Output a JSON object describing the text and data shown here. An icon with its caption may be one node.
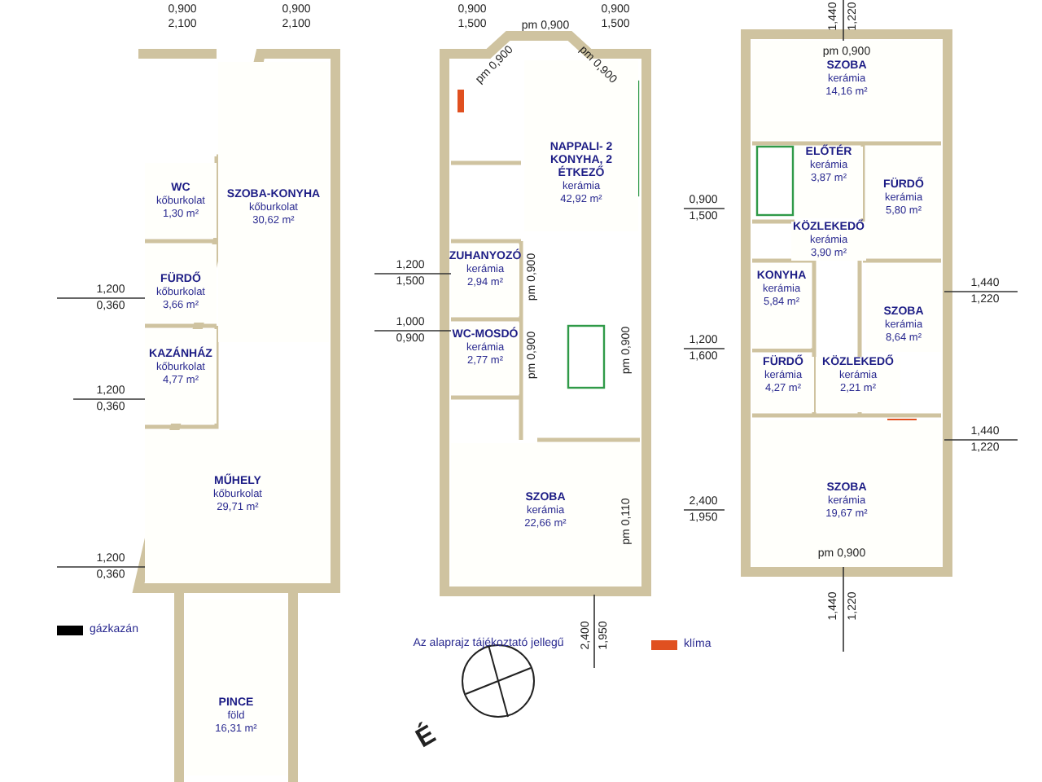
{
  "diagram": {
    "nodes": [
      {
        "text": [
          "WC",
          "kőburkolat",
          "1,30 m²"
        ]
      },
      {
        "text": [
          "SZOBA-KONYHA",
          "kőburkolat",
          "30,62 m²"
        ]
      },
      {
        "text": [
          "FÜRDŐ",
          "kőburkolat",
          "3,66 m²"
        ]
      },
      {
        "text": [
          "KAZÁNHÁZ",
          "kőburkolat",
          "4,77 m²"
        ]
      },
      {
        "text": [
          "MŰHELY",
          "kőburkolat",
          "29,71 m²"
        ]
      },
      {
        "text": [
          "PINCE",
          "föld",
          "16,31 m²"
        ]
      },
      {
        "text": [
          "NAPPALI- 2 KONYHA, 2 ÉTKEZŐ",
          "kerámia",
          "42,92 m²"
        ]
      },
      {
        "text": [
          "ZUHANYOZÓ",
          "kerámia",
          "2,94 m²"
        ]
      },
      {
        "text": [
          "WC-MOSDÓ",
          "kerámia",
          "2,77 m²"
        ]
      },
      {
        "text": [
          "SZOBA",
          "kerámia",
          "22,66 m²"
        ]
      },
      {
        "text": [
          "SZOBA",
          "kerámia",
          "14,16 m²"
        ]
      },
      {
        "text": [
          "ELŐTÉR",
          "kerámia",
          "3,87 m²"
        ]
      },
      {
        "text": [
          "FÜRDŐ",
          "kerámia",
          "5,80 m²"
        ]
      },
      {
        "text": [
          "KÖZLEKEDŐ",
          "kerámia",
          "3,90 m²"
        ]
      },
      {
        "text": [
          "KONYHA",
          "kerámia",
          "5,84 m²"
        ]
      },
      {
        "text": [
          "SZOBA",
          "kerámia",
          "8,64 m²"
        ]
      },
      {
        "text": [
          "KÖZLEKEDŐ",
          "kerámia",
          "2,21 m²"
        ]
      },
      {
        "text": [
          "FÜRDŐ",
          "kerámia",
          "4,27 m²"
        ]
      },
      {
        "text": [
          "SZOBA",
          "kerámia",
          "19,67 m²"
        ]
      }
    ],
    "labels": [
      "0,900",
      "2,100",
      "0,900",
      "2,100",
      "1,200",
      "0,360",
      "1,200",
      "0,360",
      "1,200",
      "0,360",
      "0,900",
      "1,500",
      "0,900",
      "1,500",
      "pm 0,900",
      "pm 0,900",
      "pm 0,900",
      "0,900",
      "1,500",
      "1,200",
      "1,500",
      "pm 0,900",
      "1,000",
      "0,900",
      "pm 0,900",
      "pm 0,900",
      "1,200",
      "1,600",
      "pm 0,110",
      "2,400",
      "1,950",
      "2,400",
      "1,950",
      "1,440",
      "1,220",
      "pm 0,900",
      "1,440",
      "1,220",
      "1,440",
      "1,220",
      "pm 0,900",
      "1,440",
      "1,220",
      "Az alaprajz tájékoztató jellegű",
      "É"
    ],
    "legend": [
      {
        "text": "gázkazán",
        "color": "#000000"
      },
      {
        "text": "klíma",
        "color": "#e05020"
      }
    ]
  }
}
